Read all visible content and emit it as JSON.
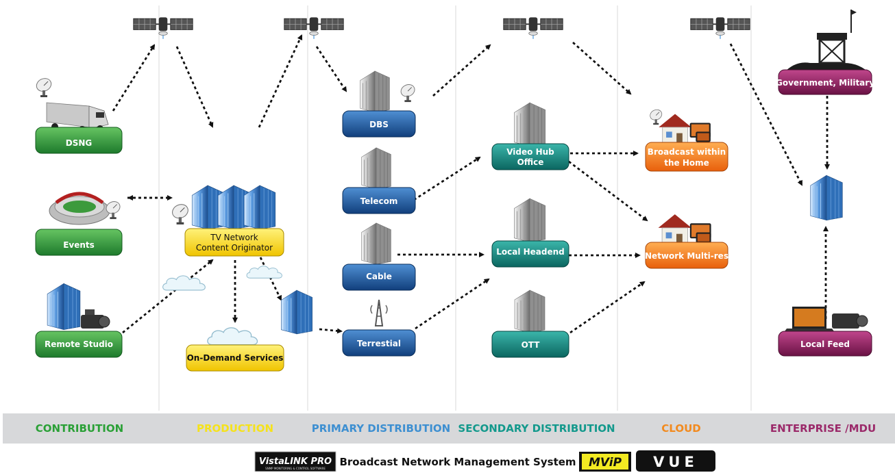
{
  "nodes": {
    "dsng": "DSNG",
    "events": "Events",
    "remote_studio": "Remote Studio",
    "tv_network_line1": "TV Network",
    "tv_network_line2": "Content Originator",
    "on_demand": "On-Demand Services",
    "dbs": "DBS",
    "telecom": "Telecom",
    "cable": "Cable",
    "terrestial": "Terrestial",
    "video_hub_line1": "Video Hub",
    "video_hub_line2": "Office",
    "local_headend": "Local Headend",
    "ott": "OTT",
    "broadcast_home_line1": "Broadcast within",
    "broadcast_home_line2": "the Home",
    "network_multires": "Network Multi-res",
    "government": "Government, Military",
    "local_feed": "Local Feed"
  },
  "bands": [
    {
      "label": "CONTRIBUTION",
      "color": "#2aa036"
    },
    {
      "label": "PRODUCTION",
      "color": "#f5e21b"
    },
    {
      "label": "PRIMARY DISTRIBUTION",
      "color": "#3d8fd1"
    },
    {
      "label": "SECONDARY DISTRIBUTION",
      "color": "#13998c"
    },
    {
      "label": "CLOUD",
      "color": "#f28a1e"
    },
    {
      "label": "ENTERPRISE /MDU",
      "color": "#9b2a6a"
    }
  ],
  "footer": {
    "vistalink_logo": "VistaLINK PRO",
    "vistalink_sub": "SNMP MONITORING & CONTROL SOFTWARE",
    "title": "Broadcast Network Management System",
    "mvip_logo": "MViP",
    "vue_logo": "VUE"
  },
  "colors": {
    "green": "#2f9a3c",
    "yellow": "#f7d21a",
    "blue": "#1f5ea3",
    "teal": "#12857c",
    "orange": "#f07a1a",
    "purple": "#8a1f5c",
    "band_bg": "#d7d8da"
  }
}
